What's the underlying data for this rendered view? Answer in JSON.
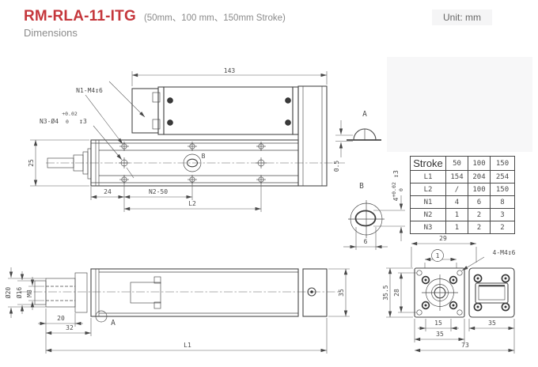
{
  "header": {
    "title": "RM-RLA-11-ITG",
    "subtitle": "(50mm、100 mm、150mm Stroke)",
    "section_label": "Dimensions",
    "unit_label": "Unit: mm"
  },
  "top_view": {
    "dim_143": "143",
    "label_n1": "N1-M4↧6",
    "label_n3": "N3-Ø4",
    "n3_tol_upper": "+0.02",
    "n3_tol_lower": "0",
    "n3_depth": "↧3",
    "dim_25": "25",
    "dim_24": "24",
    "dim_n2_50": "N2-50",
    "dim_l2": "L2",
    "label_b": "B"
  },
  "detail_a": {
    "label": "A",
    "dim_0_5": "0.5"
  },
  "detail_b": {
    "label": "B",
    "dim_6": "6",
    "dim_4": "4",
    "tol_upper": "+0.02",
    "tol_lower": "0",
    "depth": "↧3"
  },
  "stroke_table": {
    "header": [
      "Stroke",
      "50",
      "100",
      "150"
    ],
    "rows": [
      [
        "L1",
        "154",
        "204",
        "254"
      ],
      [
        "L2",
        "/",
        "100",
        "150"
      ],
      [
        "N1",
        "4",
        "6",
        "8"
      ],
      [
        "N2",
        "1",
        "2",
        "3"
      ],
      [
        "N3",
        "1",
        "2",
        "2"
      ]
    ]
  },
  "bottom_view": {
    "dia_20": "Ø20",
    "dia_16": "Ø16",
    "thread_m8": "M8",
    "dim_20": "20",
    "dim_32": "32",
    "dim_l1": "L1",
    "dim_35": "35",
    "label_a": "A"
  },
  "end_view": {
    "dim_29": "29",
    "balloon_1": "1",
    "label_4m4": "4-M4↧6",
    "dim_35_5": "35.5",
    "dim_28": "28",
    "dim_15": "15",
    "dim_35_left": "35",
    "dim_35_right": "35",
    "dim_73": "73"
  },
  "colors": {
    "accent_red": "#c5373c",
    "line": "#474747",
    "placeholder_bg": "#f7f7f8",
    "badge_bg": "#f5f5f6"
  }
}
